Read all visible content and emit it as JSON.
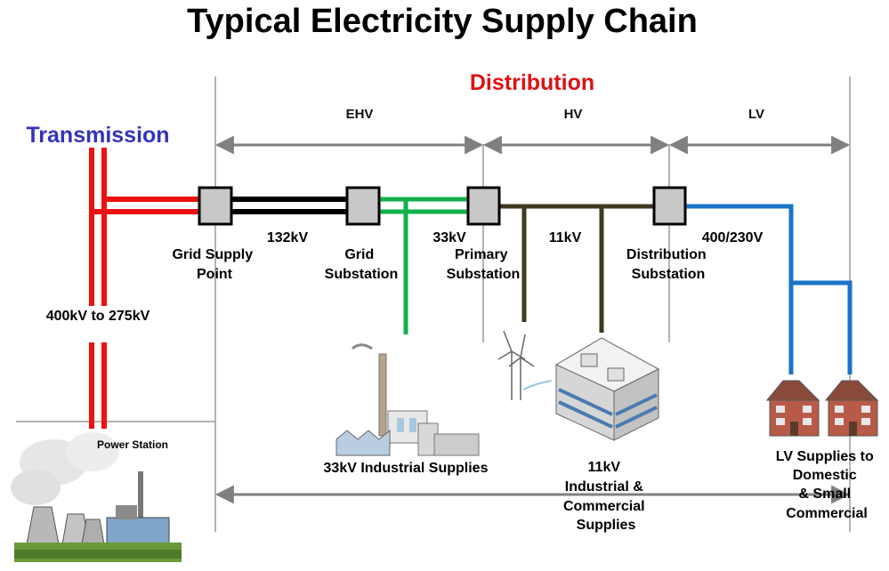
{
  "title": "Typical Electricity Supply Chain",
  "sections": {
    "transmission": "Transmission",
    "distribution": "Distribution"
  },
  "zones": {
    "ehv": "EHV",
    "hv": "HV",
    "lv": "LV"
  },
  "voltages": {
    "transmission": "400kV to 275kV",
    "v132": "132kV",
    "v33": "33kV",
    "v11": "11kV",
    "v400_230": "400/230V"
  },
  "nodes": {
    "grid_supply_point": [
      "Grid Supply",
      "Point"
    ],
    "grid_substation": [
      "Grid",
      "Substation"
    ],
    "primary_substation": [
      "Primary",
      "Substation"
    ],
    "distribution_substation": [
      "Distribution",
      "Substation"
    ]
  },
  "loads": {
    "power_station": "Power Station",
    "industrial_33kv": "33kV Industrial Supplies",
    "industrial_11kv": [
      "11kV",
      "Industrial &",
      "Commercial",
      "Supplies"
    ],
    "lv_supplies": [
      "LV Supplies to",
      "Domestic",
      "& Small",
      "Commercial"
    ]
  },
  "colors": {
    "title": "#000000",
    "transmission": "#3333bb",
    "distribution": "#dd1111",
    "line_400kv": "#ee1111",
    "line_132kv": "#000000",
    "line_33kv": "#11b04a",
    "line_11kv": "#3d3a20",
    "line_lv": "#1a73c8",
    "arrow": "#808080",
    "substation": "#c8c8c8"
  }
}
